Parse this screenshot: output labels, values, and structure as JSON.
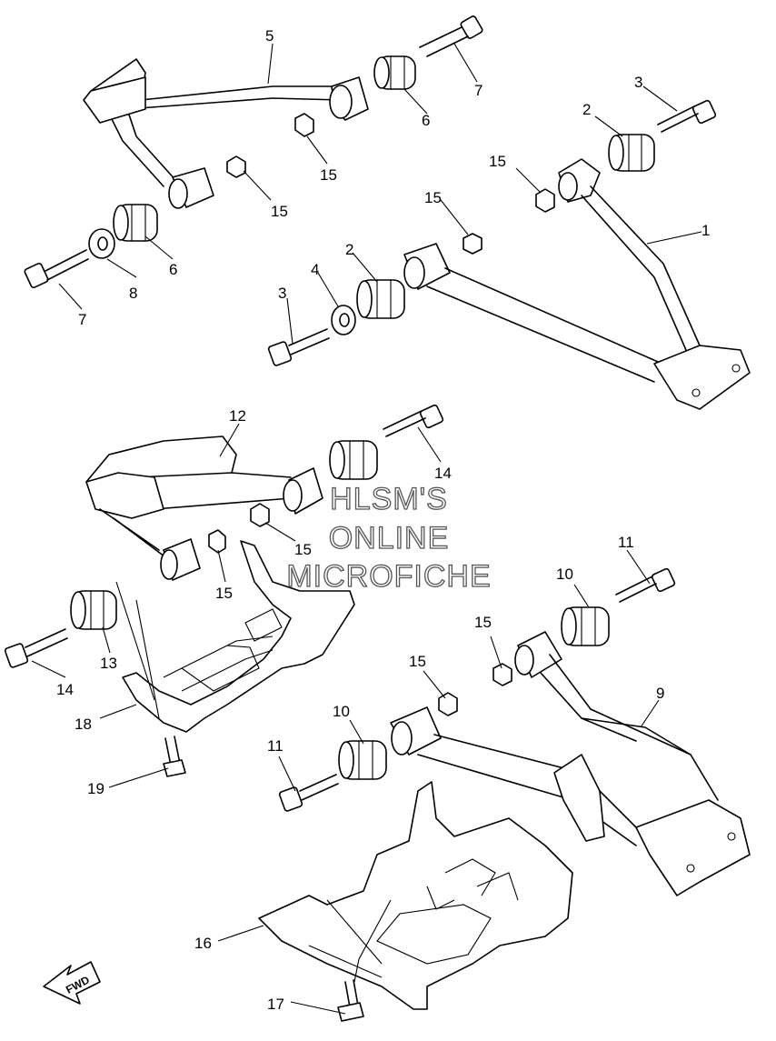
{
  "watermark": {
    "line1": "HLSM'S",
    "line2": "ONLINE",
    "line3": "MICROFICHE"
  },
  "fwd_label": "FWD",
  "callouts": {
    "c1": "1",
    "c2a": "2",
    "c2b": "2",
    "c3a": "3",
    "c3b": "3",
    "c4": "4",
    "c5": "5",
    "c6a": "6",
    "c6b": "6",
    "c7a": "7",
    "c7b": "7",
    "c8": "8",
    "c9": "9",
    "c10a": "10",
    "c10b": "10",
    "c11a": "11",
    "c11b": "11",
    "c12": "12",
    "c13": "13",
    "c14a": "14",
    "c14b": "14",
    "c15a": "15",
    "c15b": "15",
    "c15c": "15",
    "c15d": "15",
    "c15e": "15",
    "c15f": "15",
    "c15g": "15",
    "c15h": "15",
    "c16": "16",
    "c17": "17",
    "c18": "18",
    "c19": "19"
  }
}
